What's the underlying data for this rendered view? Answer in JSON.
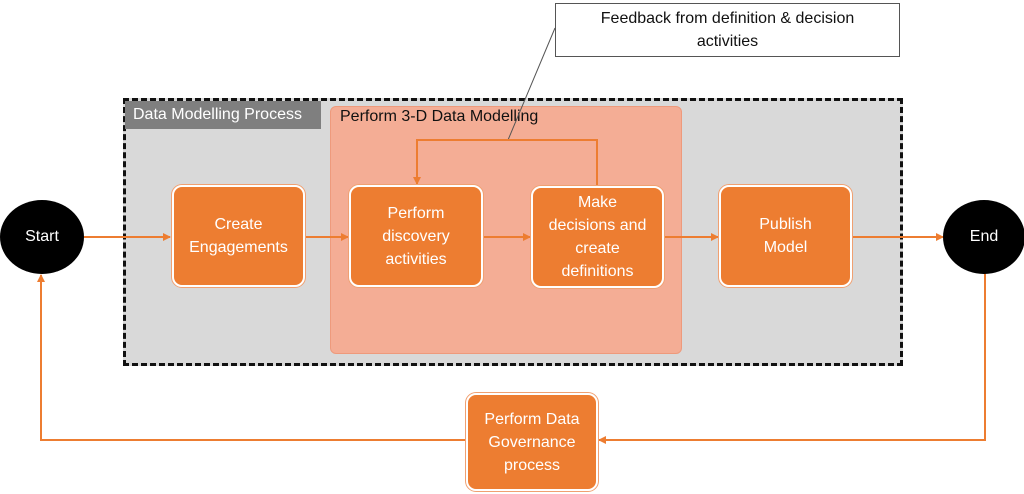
{
  "diagram": {
    "process_label": "Data Modelling Process",
    "modelling_label": "Perform 3-D Data Modelling",
    "callout": "Feedback from definition & decision\nactivities",
    "start": "Start",
    "end": "End",
    "steps": {
      "create_engagements": "Create\nEngagements",
      "perform_discovery": "Perform\ndiscovery\nactivities",
      "make_decisions": "Make\ndecisions and\ncreate\ndefinitions",
      "publish_model": "Publish\nModel",
      "data_governance": "Perform Data\nGovernance\nprocess"
    },
    "colors": {
      "step_fill": "#ed7d31",
      "arrow": "#ed7d31",
      "modelling_area": "#f4ad95",
      "process_area": "#d9d9d9",
      "process_label_bg": "#7f7f7f",
      "terminal": "#000000"
    }
  }
}
